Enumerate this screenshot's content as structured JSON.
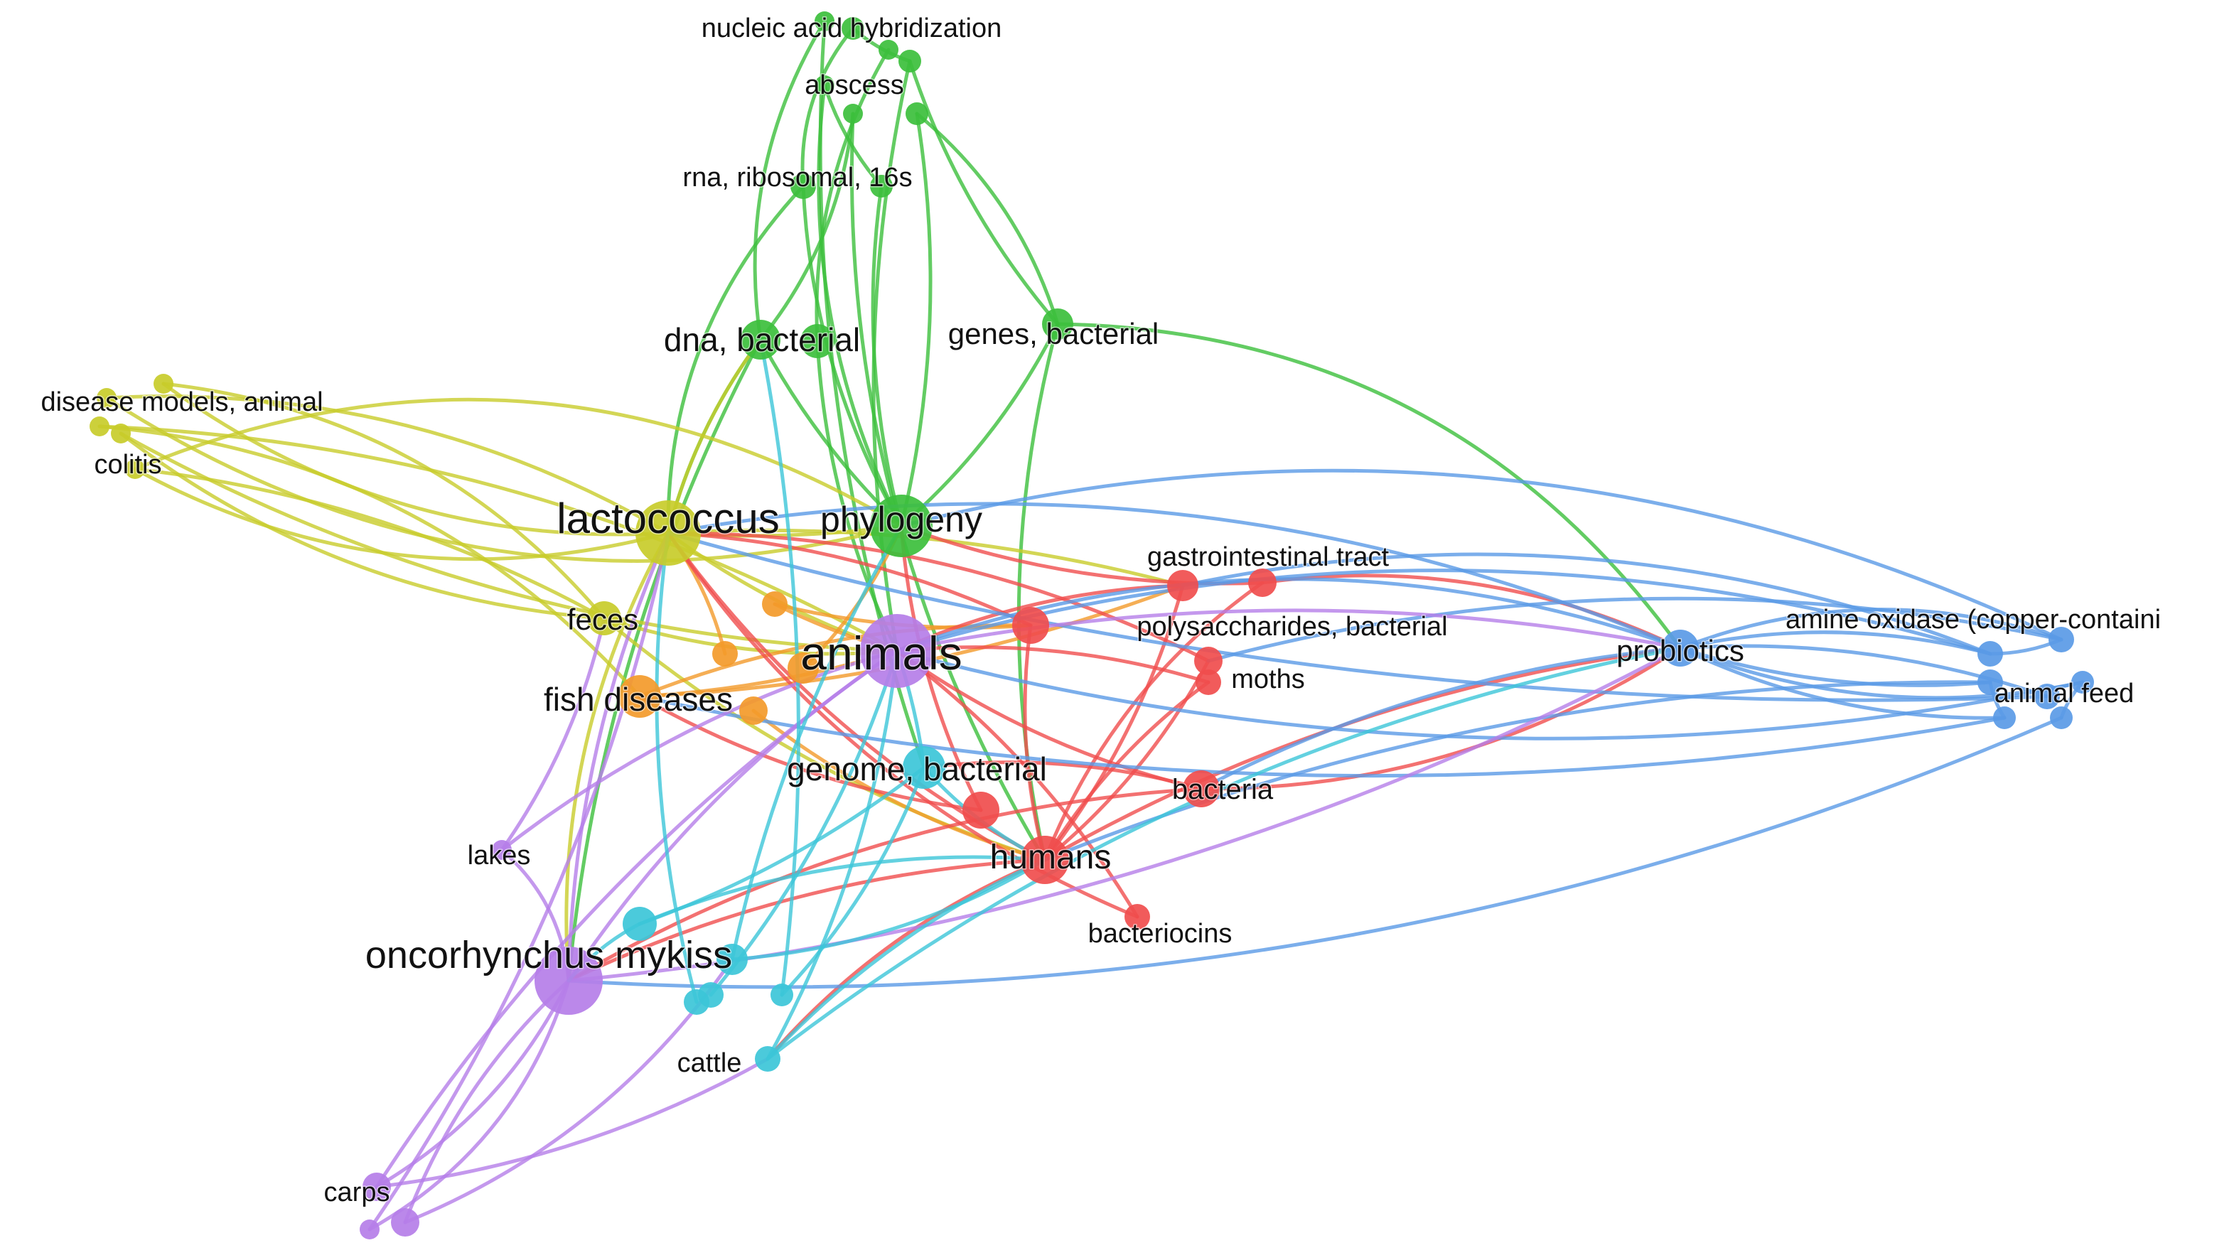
{
  "colors": {
    "red": "#f04d4d",
    "green": "#3cbf3c",
    "blue": "#5a9ae6",
    "yellow": "#c8cc2a",
    "purple": "#b57ee8",
    "cyan": "#3cc6d8",
    "orange": "#f39a2a"
  },
  "labels": {
    "nucleic_acid": "nucleic acid hybridization",
    "abscess": "abscess",
    "rna_ribosomal": "rna, ribosomal, 16s",
    "dna_bacterial": "dna, bacterial",
    "genes_bacterial": "genes, bacterial",
    "disease_models": "disease models, animal",
    "colitis": "colitis",
    "lactococcus": "lactococcus",
    "phylogeny": "phylogeny",
    "gastrointestinal": "gastrointestinal tract",
    "feces": "feces",
    "polysaccharides": "polysaccharides, bacterial",
    "amine_oxidase": "amine oxidase (copper-containi",
    "animals": "animals",
    "probiotics": "probiotics",
    "moths": "moths",
    "fish_diseases": "fish diseases",
    "animal_feed": "animal feed",
    "genome_bacterial": "genome, bacterial",
    "bacteria": "bacteria",
    "lakes": "lakes",
    "humans": "humans",
    "bacteriocins": "bacteriocins",
    "oncorhynchus": "oncorhynchus mykiss",
    "cattle": "cattle",
    "carps": "carps"
  }
}
